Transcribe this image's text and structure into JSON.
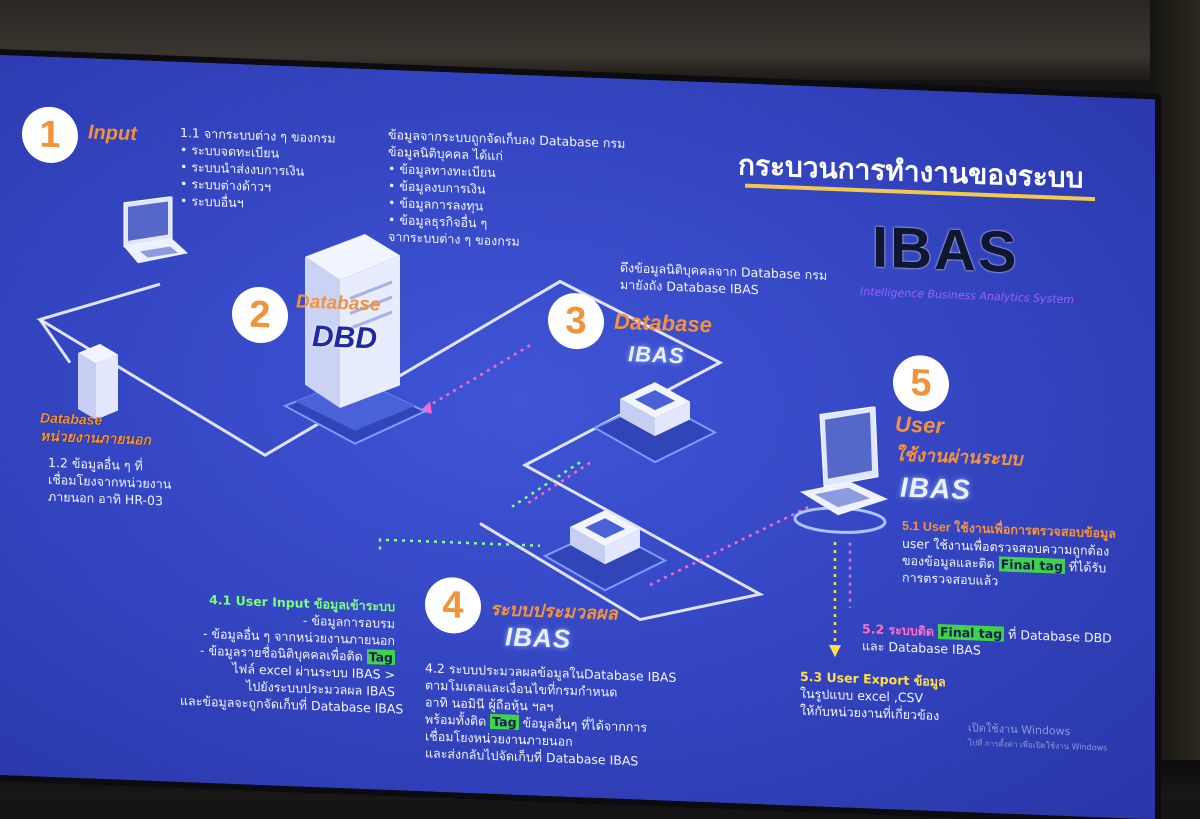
{
  "title": "กระบวนการทำงานของระบบ",
  "brand": {
    "name": "IBAS",
    "subtitle": "Intelligence Business Analytics System"
  },
  "step1": {
    "number": "1",
    "label": "Input",
    "heading": "1.1 จากระบบต่าง ๆ ของกรม",
    "items": [
      "• ระบบจดทะเบียน",
      "• ระบบนำส่งงบการเงิน",
      "• ระบบต่างด้าวฯ",
      "• ระบบอื่นฯ"
    ]
  },
  "db_note": {
    "lines": [
      "ข้อมูลจากระบบถูกจัดเก็บลง Database กรม",
      "ข้อมูลนิติบุคคล ได้แก่",
      "• ข้อมูลทางทะเบียน",
      "• ข้อมูลงบการเงิน",
      "• ข้อมูลการลงทุน",
      "• ข้อมูลธุรกิจอื่น ๆ",
      "จากระบบต่าง ๆ ของกรม"
    ]
  },
  "step2": {
    "number": "2",
    "label": "Database",
    "server_label": "DBD"
  },
  "external": {
    "label_line1": "Database",
    "label_line2": "หน่วยงานภายนอก",
    "note": [
      "1.2 ข้อมูลอื่น ๆ ที่",
      "เชื่อมโยงจากหน่วยงาน",
      "ภายนอก อาทิ HR-03"
    ]
  },
  "pull_note": [
    "ดึงข้อมูลนิติบุคคลจาก Database กรม",
    "มายังถัง Database IBAS"
  ],
  "step3": {
    "number": "3",
    "label": "Database",
    "sub": "IBAS"
  },
  "step4": {
    "number": "4",
    "label": "ระบบประมวลผล",
    "sub": "IBAS",
    "input_title": "4.1 User Input ข้อมูลเข้าระบบ",
    "input_lines": [
      "-   ข้อมูลการอบรม",
      "-   ข้อมูลอื่น ๆ จากหน่วยงานภายนอก",
      "-   ข้อมูลรายชื่อนิติบุคคลเพื่อติด",
      "ไฟล์ excel  ผ่านระบบ IBAS >",
      "ไปยังระบบประมวลผล IBAS",
      "และข้อมูลจะถูกจัดเก็บที่ Database IBAS"
    ],
    "tag_word": "Tag",
    "process_lines_a": [
      "4.2 ระบบประมวลผลข้อมูลในDatabase IBAS",
      "ตามโมเดลและเงื่อนไขที่กรมกำหนด",
      "อาทิ นอมินี  ผู้ถือหุ้น ฯลฯ"
    ],
    "process_line_tag_before": "พร้อมทั้งติด",
    "process_line_tag_after": "ข้อมูลอื่นๆ ที่ได้จากการ",
    "process_lines_b": [
      "เชื่อมโยงหน่วยงานภายนอก",
      "และส่งกลับไปจัดเก็บที่ Database IBAS"
    ]
  },
  "step5": {
    "number": "5",
    "label_line1": "User",
    "label_line2": "ใช้งานผ่านระบบ",
    "sub": "IBAS",
    "s51_title": "5.1 User ใช้งานเพื่อการตรวจสอบข้อมูล",
    "s51_line1": "user ใช้งานเพื่อตรวจสอบความถูกต้อง",
    "s51_line2_before": "ของข้อมูลและติด",
    "final_tag": "Final tag",
    "s51_line2_after": "ที่ได้รับ",
    "s51_line3": "การตรวจสอบแล้ว",
    "s52_title": "5.2 ระบบติด",
    "s52_after": "ที่ Database DBD",
    "s52_line2": "และ Database IBAS",
    "s53_title": "5.3 User Export ข้อมูล",
    "s53_line1": "ในรูปแบบ excel ,CSV",
    "s53_line2": "ให้กับหน่วยงานที่เกี่ยวข้อง"
  },
  "watermark": {
    "line1": "เปิดใช้งาน Windows",
    "line2": "ไปที่ การตั้งค่า เพื่อเปิดใช้งาน Windows"
  }
}
